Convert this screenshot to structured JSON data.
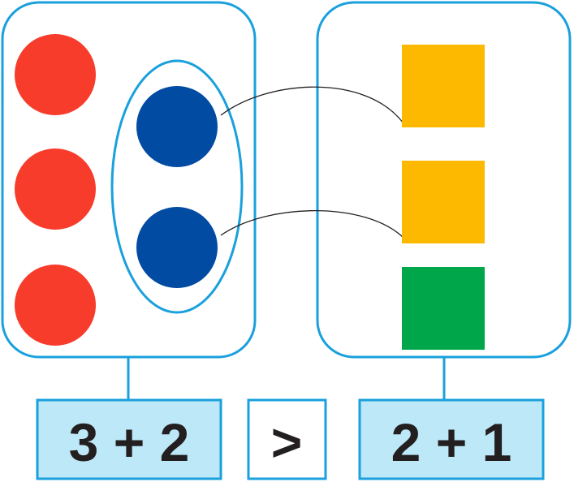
{
  "colors": {
    "box_stroke": "#1aa0dc",
    "label_fill": "#bde8f7",
    "red": "#f73c2b",
    "blue": "#024ba3",
    "yellow": "#fdb900",
    "green": "#00a64a",
    "connector": "#231f20",
    "text": "#231f20"
  },
  "left_group": {
    "red_circles": 3,
    "blue_circles": 2,
    "expression": "3 + 2"
  },
  "comparison": {
    "symbol": ">"
  },
  "right_group": {
    "yellow_squares": 2,
    "green_squares": 1,
    "expression": "2 + 1"
  }
}
